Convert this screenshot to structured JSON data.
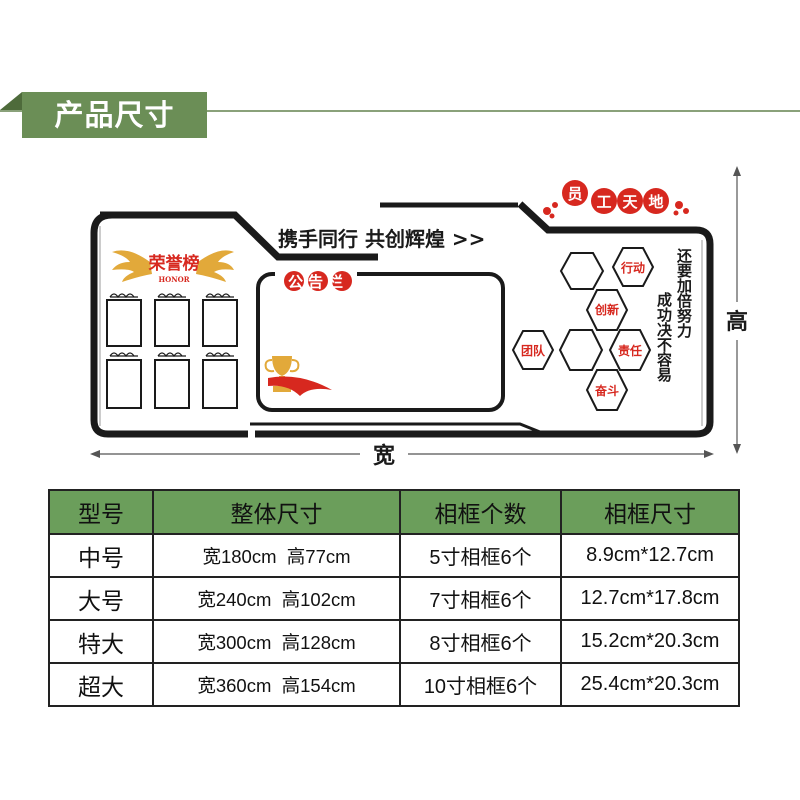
{
  "header": {
    "title": "产品尺寸"
  },
  "board": {
    "slogan": "携手同行 共创辉煌 >>",
    "honor_title": "荣誉榜",
    "honor_sub": "HONOR",
    "notice_title": "公告栏",
    "corner_chars": [
      "员",
      "工",
      "天",
      "地"
    ],
    "hex_labels": [
      "行动",
      "创新",
      "团队",
      "责任",
      "奋斗"
    ],
    "motto_col1": "还要加倍努力",
    "motto_col2": "成功决不容易",
    "width_label": "宽",
    "height_label": "高",
    "colors": {
      "accent_red": "#d7281f",
      "gold": "#e2a93a",
      "line": "#1a1a1a"
    }
  },
  "table": {
    "headers": [
      "型号",
      "整体尺寸",
      "相框个数",
      "相框尺寸"
    ],
    "rows": [
      {
        "model": "中号",
        "size_w": "宽180cm",
        "size_h": "高77cm",
        "frames": "5寸相框6个",
        "frame_size": "8.9cm*12.7cm"
      },
      {
        "model": "大号",
        "size_w": "宽240cm",
        "size_h": "高102cm",
        "frames": "7寸相框6个",
        "frame_size": "12.7cm*17.8cm"
      },
      {
        "model": "特大",
        "size_w": "宽300cm",
        "size_h": "高128cm",
        "frames": "8寸相框6个",
        "frame_size": "15.2cm*20.3cm"
      },
      {
        "model": "超大",
        "size_w": "宽360cm",
        "size_h": "高154cm",
        "frames": "10寸相框6个",
        "frame_size": "25.4cm*20.3cm"
      }
    ]
  }
}
